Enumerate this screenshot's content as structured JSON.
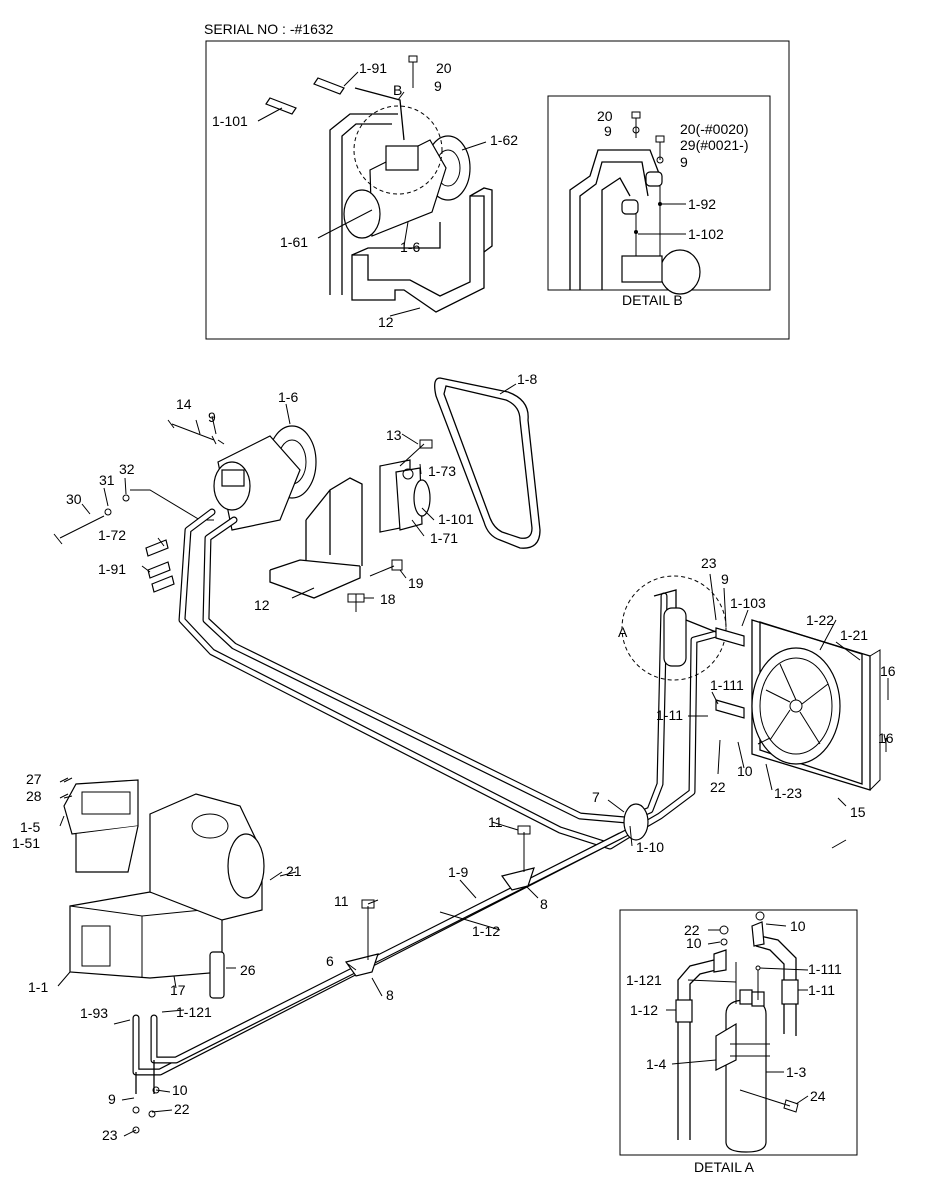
{
  "top_box": {
    "serial_label": "SERIAL NO : -#1632",
    "labels": [
      "1-91",
      "20",
      "9",
      "B",
      "1-101",
      "1-62",
      "1-61",
      "1-6",
      "12"
    ]
  },
  "detail_b": {
    "caption": "DETAIL B",
    "labels": [
      "20",
      "9",
      "20(-#0020)",
      "29(#0021-)",
      "9",
      "1-92",
      "1-102"
    ]
  },
  "main": {
    "labels": [
      "1-8",
      "14",
      "9",
      "1-6",
      "13",
      "1-73",
      "32",
      "31",
      "30",
      "1-101",
      "1-72",
      "1-71",
      "1-91",
      "19",
      "12",
      "18",
      "23",
      "9",
      "1-103",
      "A",
      "1-22",
      "1-21",
      "16",
      "1-111",
      "1-11",
      "16",
      "10",
      "22",
      "1-23",
      "15",
      "7",
      "1-10",
      "27",
      "28",
      "1-5",
      "1-51",
      "11",
      "21",
      "1-9",
      "8",
      "11",
      "1-12",
      "6",
      "8",
      "26",
      "1-1",
      "17",
      "1-93",
      "1-121",
      "10",
      "9",
      "22",
      "23"
    ]
  },
  "detail_a": {
    "caption": "DETAIL A",
    "labels": [
      "22",
      "10",
      "10",
      "1-121",
      "1-111",
      "1-12",
      "1-11",
      "1-4",
      "1-3",
      "24"
    ]
  }
}
